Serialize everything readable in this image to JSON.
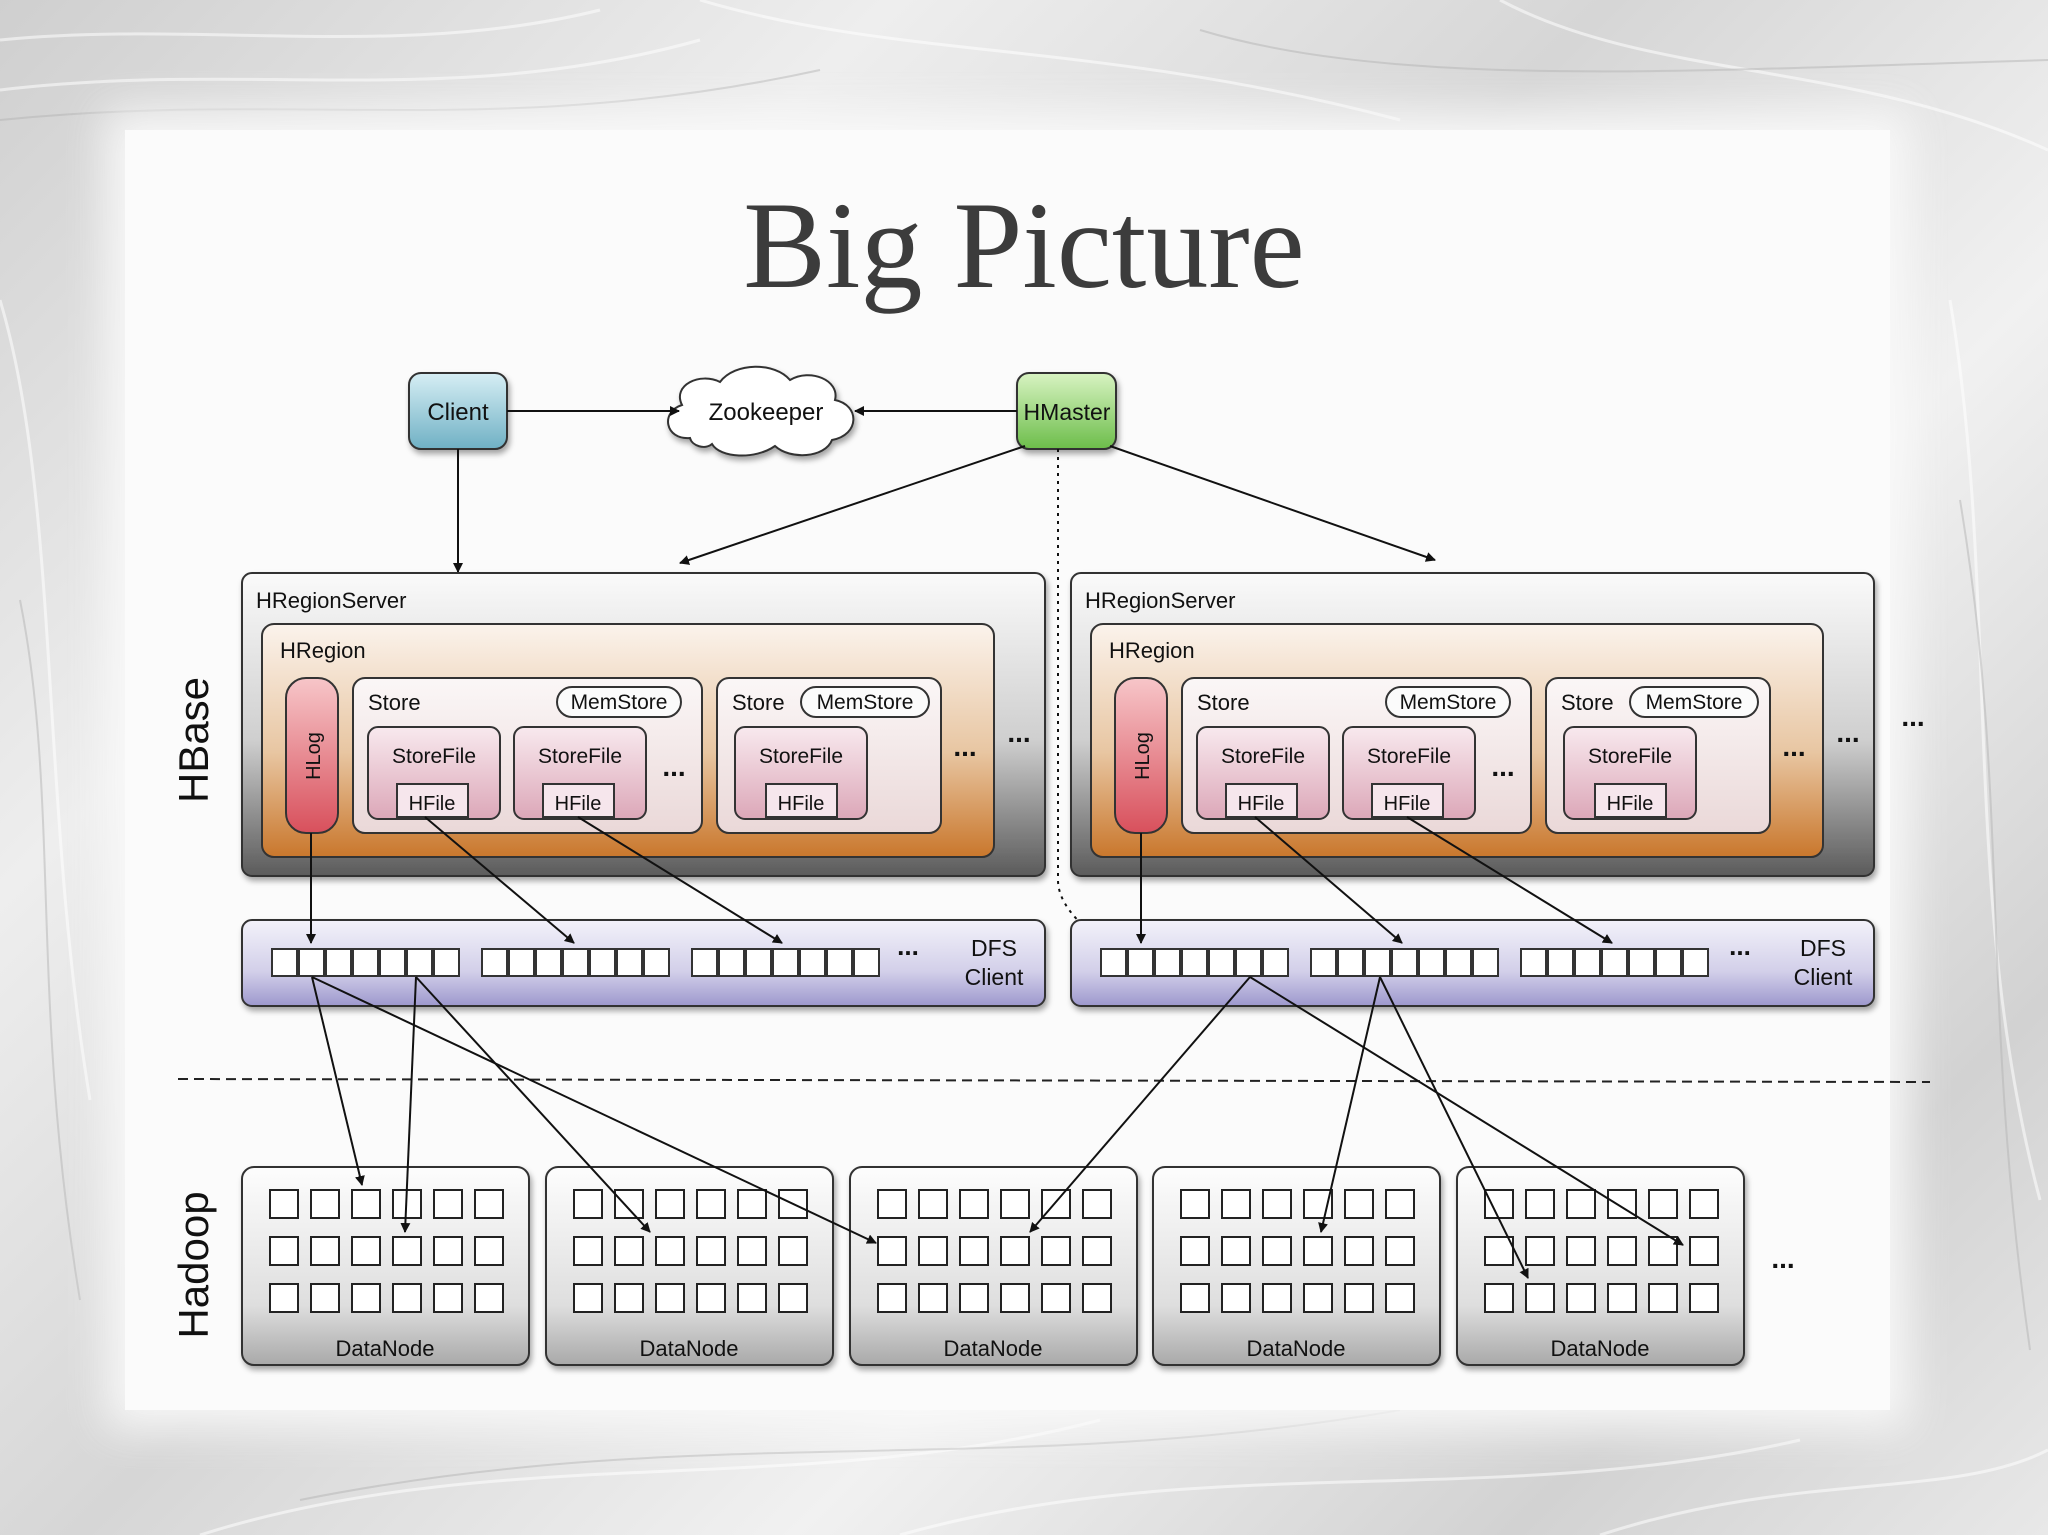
{
  "slide": {
    "title": "Big Picture"
  },
  "diagram": {
    "client": "Client",
    "zookeeper": "Zookeeper",
    "hmaster": "HMaster",
    "hbase": "HBase",
    "hadoop": "Hadoop",
    "hregionserver": "HRegionServer",
    "hregion": "HRegion",
    "hlog": "HLog",
    "store": "Store",
    "memstore": "MemStore",
    "storefile": "StoreFile",
    "hfile": "HFile",
    "dfs_client": [
      "DFS",
      "Client"
    ],
    "datanode": "DataNode",
    "ellipsis": "..."
  }
}
